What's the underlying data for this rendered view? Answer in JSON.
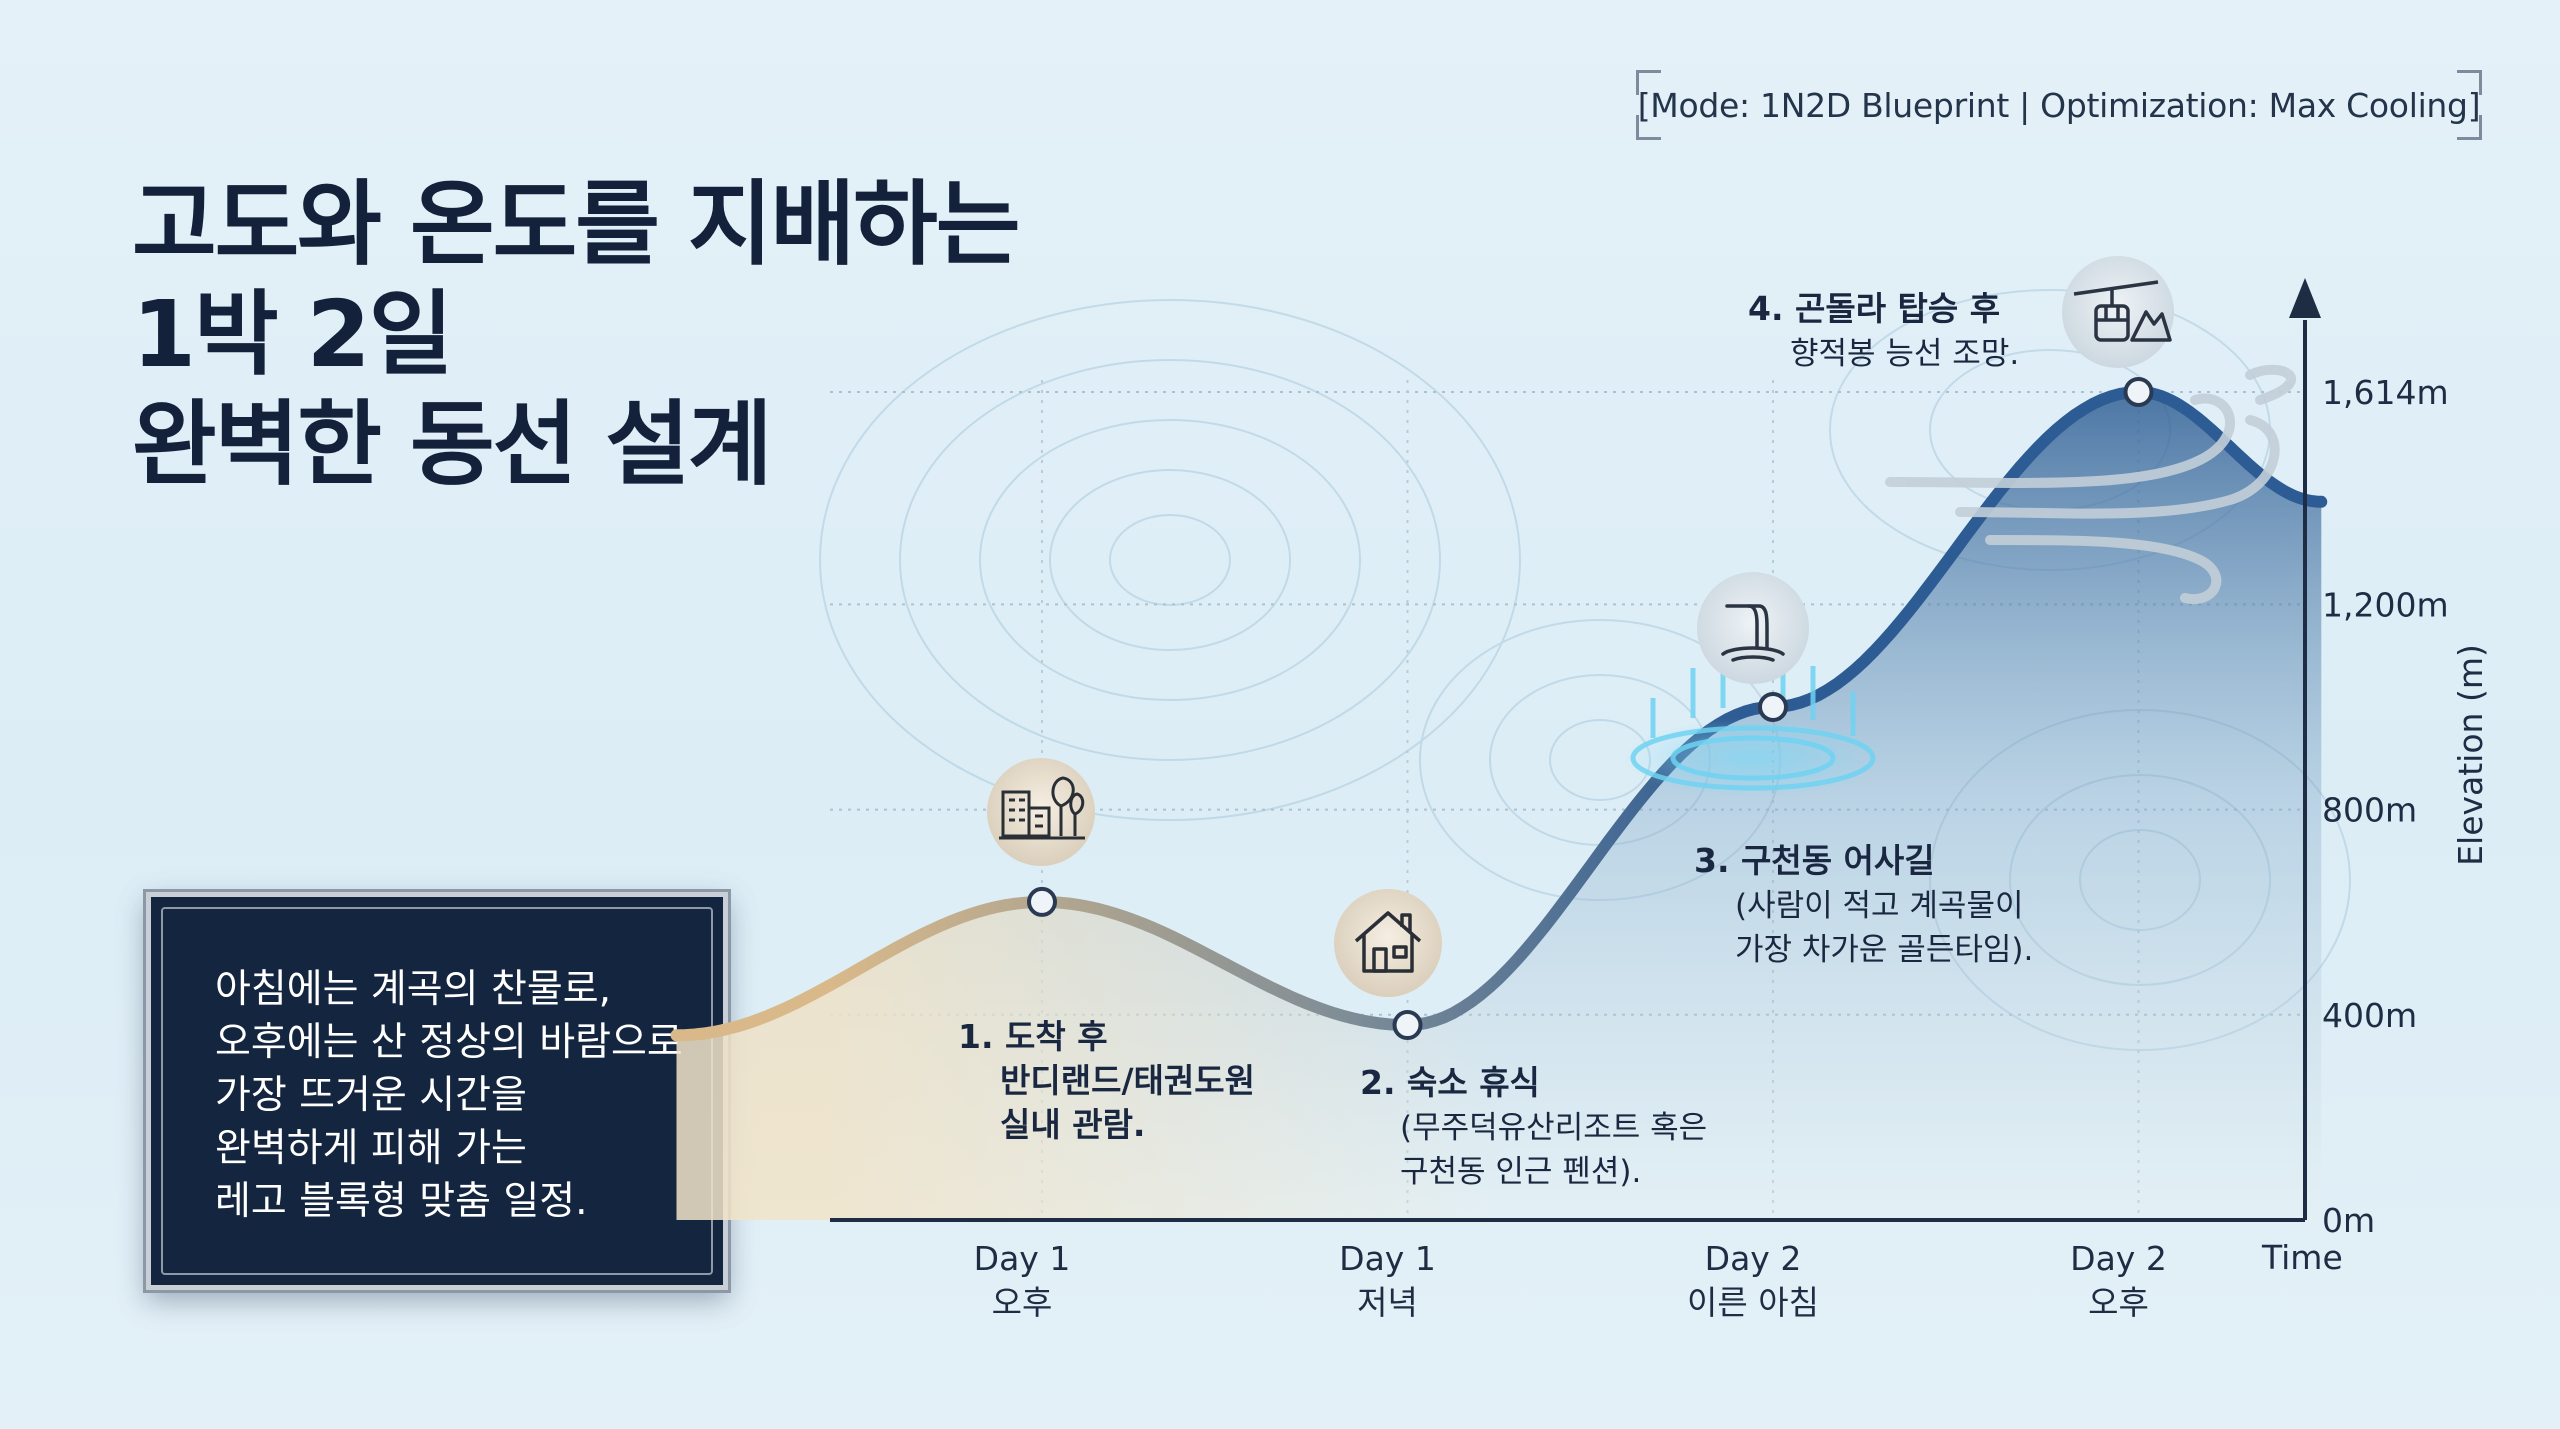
{
  "mode_tag": "[Mode: 1N2D Blueprint | Optimization: Max Cooling]",
  "title_lines": [
    "고도와 온도를 지배하는",
    "1박 2일",
    "완벽한 동선 설계"
  ],
  "note_lines": [
    "아침에는 계곡의 찬물로,",
    "오후에는 산 정상의 바람으로",
    "가장 뜨거운 시간을",
    "완벽하게 피해 가는",
    "레고 블록형 맞춤 일정."
  ],
  "chart_data": {
    "type": "area",
    "xlabel": "Time",
    "ylabel": "Elevation (m)",
    "ylim": [
      0,
      1614
    ],
    "yticks": [
      "0m",
      "400m",
      "800m",
      "1,200m",
      "1,614m"
    ],
    "ytick_values": [
      0,
      400,
      800,
      1200,
      1614
    ],
    "x_ticks": [
      {
        "line1": "Day 1",
        "line2": "오후"
      },
      {
        "line1": "Day 1",
        "line2": "저녁"
      },
      {
        "line1": "Day 2",
        "line2": "이른 아침"
      },
      {
        "line1": "Day 2",
        "line2": "오후"
      }
    ],
    "profile": [
      {
        "x": 0,
        "y": 360
      },
      {
        "x": 1,
        "y": 620
      },
      {
        "x": 2,
        "y": 380
      },
      {
        "x": 3,
        "y": 1000
      },
      {
        "x": 4,
        "y": 1614
      },
      {
        "x": 4.5,
        "y": 1400
      }
    ],
    "stops": [
      {
        "x": 1,
        "y": 620,
        "icon": "city-building-icon",
        "title": "1. 도착 후",
        "sub": [
          "반디랜드/태권도원",
          "실내 관람."
        ]
      },
      {
        "x": 2,
        "y": 380,
        "icon": "house-icon",
        "title": "2. 숙소 휴식",
        "sub": [
          "(무주덕유산리조트 혹은",
          "구천동 인근 펜션)."
        ]
      },
      {
        "x": 3,
        "y": 1000,
        "icon": "water-ripple-icon",
        "title": "3. 구천동 어사길",
        "sub": [
          "(사람이 적고 계곡물이",
          "가장 차가운 골든타임)."
        ]
      },
      {
        "x": 4,
        "y": 1614,
        "icon": "gondola-icon",
        "title": "4. 곤돌라 탑승 후",
        "sub": [
          "향적봉 능선 조망."
        ]
      }
    ],
    "grid": true,
    "colors": {
      "low": "#d9b98a",
      "mid": "#7f8d96",
      "high": "#2d5b93",
      "fill_top": "#2c5c92",
      "fill_bottom": "#eaf1f0"
    }
  }
}
